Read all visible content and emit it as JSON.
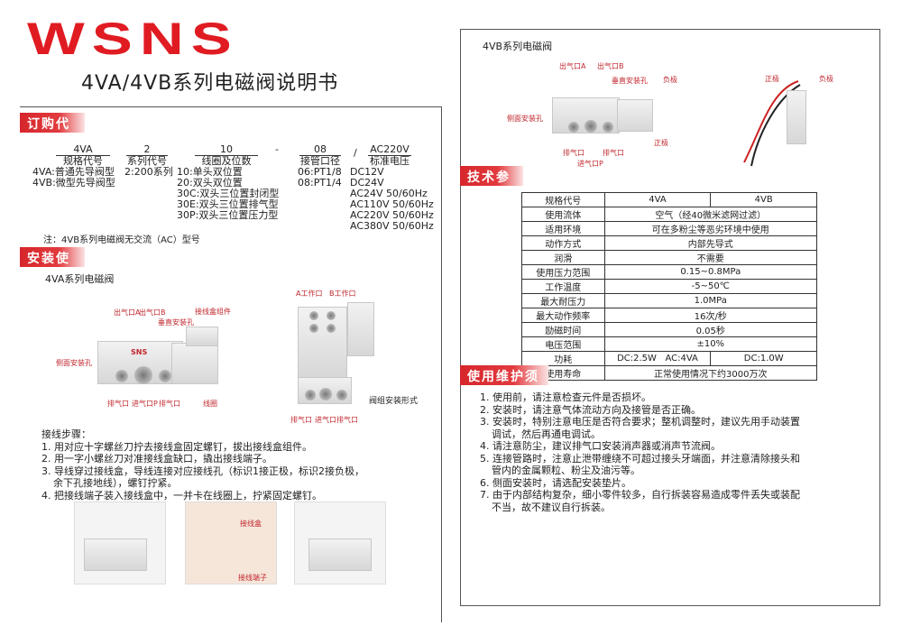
{
  "header": {
    "brand": "WSNS",
    "title": "4VA/4VB系列电磁阀说明书"
  },
  "order": {
    "heading": "订购代码",
    "cols": [
      {
        "code": "4VA",
        "name": "规格代号",
        "items": [
          "4VA:普通先导阀型",
          "4VB:微型先导阀型"
        ]
      },
      {
        "code": "2",
        "name": "系列代号",
        "items": [
          "2:200系列"
        ]
      },
      {
        "code": "10",
        "name": "线圈及位数",
        "items": [
          "10:单头双位置",
          "20:双头双位置",
          "30C:双头三位置封闭型",
          "30E:双头三位置排气型",
          "30P:双头三位置压力型"
        ]
      },
      {
        "code": "08",
        "name": "接管口径",
        "items": [
          "06:PT1/8",
          "08:PT1/4"
        ]
      },
      {
        "code": "AC220V",
        "name": "标准电压",
        "items": [
          "DC12V",
          "DC24V",
          "AC24V 50/60Hz",
          "AC110V 50/60Hz",
          "AC220V 50/60Hz",
          "AC380V 50/60Hz"
        ]
      }
    ],
    "sep1": "-",
    "sep2": "/",
    "note": "注：4VB系列电磁阀无交流（AC）型号"
  },
  "install": {
    "heading": "安装使用",
    "subtitle": "4VA系列电磁阀",
    "labels": {
      "outA": "出气口A",
      "outB": "出气口B",
      "box": "接线盒组件",
      "vhole": "垂直安装孔",
      "shole": "侧面安装孔",
      "ex1": "排气口",
      "inP": "进气口P",
      "ex2": "排气口",
      "coil": "线圈",
      "wa": "A工作口",
      "wb": "B工作口",
      "manifold": "阀组安装形式",
      "mex1": "排气口",
      "min": "进气口",
      "mex2": "排气口"
    },
    "steps_title": "接线步骤：",
    "steps": [
      "1. 用对应十字螺丝刀拧去接线盒固定螺钉，拔出接线盒组件。",
      "2. 用一字小螺丝刀对准接线盒缺口，撬出接线端子。",
      "3. 导线穿过接线盒，导线连接对应接线孔（标识1接正极，标识2接负极，",
      "余下孔接地线），螺钉拧紧。",
      "4. 把接线端子装入接线盒中，一并卡在线圈上，拧紧固定螺钉。"
    ],
    "photo_labels": {
      "box": "接线盒",
      "terminal": "接线端子"
    }
  },
  "vb": {
    "subtitle": "4VB系列电磁阀",
    "labels": {
      "outA": "出气口A",
      "outB": "出气口B",
      "vhole": "垂直安装孔",
      "neg": "负极",
      "shole": "侧面安装孔",
      "pos": "正极",
      "ex1": "排气口",
      "ex2": "排气口",
      "inP": "进气口P",
      "pos2": "正极",
      "neg2": "负极"
    }
  },
  "spec": {
    "heading": "技术参数",
    "rows": [
      [
        "规格代号",
        "4VA",
        "4VB"
      ],
      [
        "使用流体",
        "空气（经40微米滤网过滤）"
      ],
      [
        "适用环境",
        "可在多粉尘等恶劣环境中使用"
      ],
      [
        "动作方式",
        "内部先导式"
      ],
      [
        "润滑",
        "不需要"
      ],
      [
        "使用压力范围",
        "0.15~0.8MPa"
      ],
      [
        "工作温度",
        "-5~50℃"
      ],
      [
        "最大耐压力",
        "1.0MPa"
      ],
      [
        "最大动作频率",
        "16次/秒"
      ],
      [
        "励磁时间",
        "0.05秒"
      ],
      [
        "电压范围",
        "±10%"
      ],
      [
        "功耗",
        "DC:2.5W   AC:4VA",
        "DC:1.0W"
      ],
      [
        "使用寿命",
        "正常使用情况下约3000万次"
      ]
    ]
  },
  "maint": {
    "heading": "使用维护须知",
    "items": [
      "1. 使用前，请注意检查元件是否损坏。",
      "2. 安装时，请注意气体流动方向及接管是否正确。",
      "3. 安装时，特别注意电压是否符合要求；整机调整时，建议先用手动装置",
      "调试，然后再通电调试。",
      "4. 请注意防尘，建议排气口安装消声器或消声节流阀。",
      "5. 连接管路时，注意止泄带缠绕不可超过接头牙端面，并注意清除接头和",
      "管内的金属颗粒、粉尘及油污等。",
      "6. 侧面安装时，请选配安装垫片。",
      "7. 由于内部结构复杂，细小零件较多，自行拆装容易造成零件丢失或装配",
      "不当，故不建议自行拆装。"
    ]
  }
}
